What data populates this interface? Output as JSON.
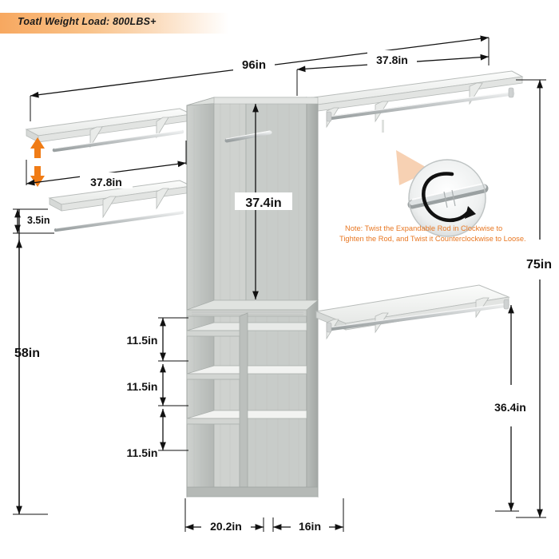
{
  "banner": {
    "text": "Toatl Weight Load: 800LBS+"
  },
  "note": {
    "line1": "Note: Twist the Expandable Rod in Clockwise to",
    "line2": "Tighten the Rod, and Twist it Counterclockwise to Loose.",
    "color": "#e87722"
  },
  "dimensions": {
    "top_width": "96in",
    "top_right_width": "37.8in",
    "left_shelf_width": "37.8in",
    "left_small": "3.5in",
    "center_hang": "37.4in",
    "shelf_gap_1": "11.5in",
    "shelf_gap_2": "11.5in",
    "shelf_gap_3": "11.5in",
    "left_height": "58in",
    "right_height": "75in",
    "right_lower_height": "36.4in",
    "base_left": "20.2in",
    "base_right": "16in"
  },
  "colors": {
    "panel_light": "#d7d9d6",
    "panel_mid": "#c3c6c3",
    "panel_dark": "#a9aeab",
    "shelf_white": "#f2f3f1",
    "rod": "#b9bcbd",
    "arrow_orange": "#f07c16",
    "line": "#111111"
  },
  "icons": {
    "up_arrow": "arrow-up-icon",
    "down_arrow": "arrow-down-icon",
    "rotation": "rotation-arrow-icon"
  }
}
